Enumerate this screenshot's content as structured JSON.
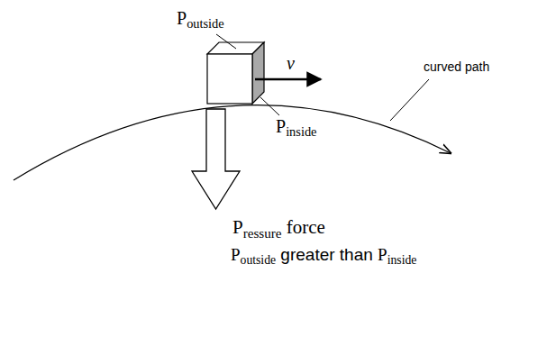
{
  "diagram": {
    "labels": [
      "Poutside",
      "v",
      "curved path",
      "Pinside",
      "Pressure force",
      "Poutside greater than Pinside"
    ]
  }
}
